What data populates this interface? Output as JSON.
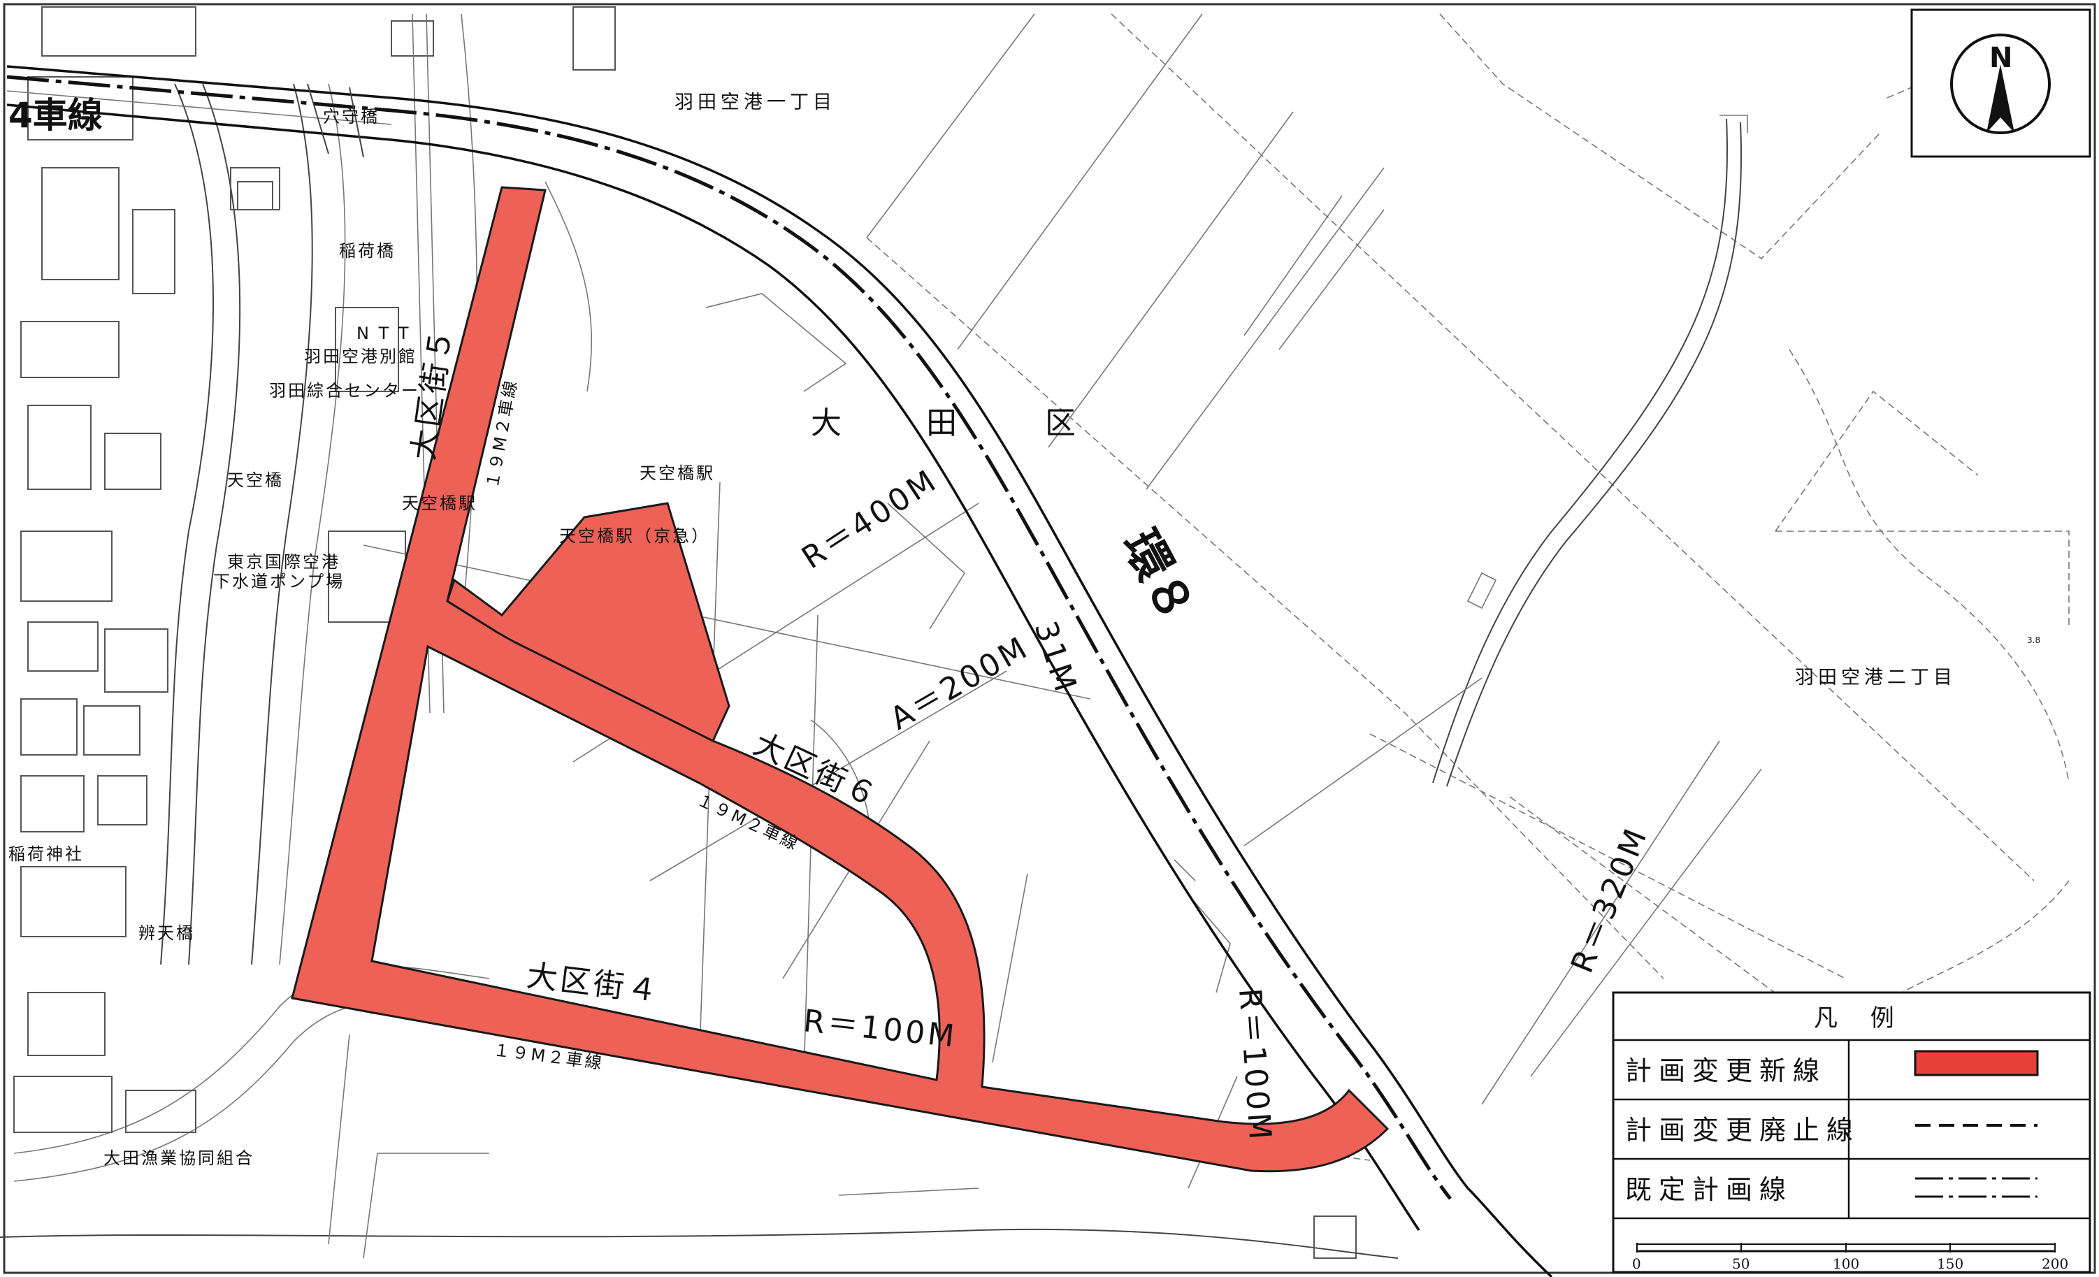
{
  "labels": {
    "district_area": "羽田空港一丁目",
    "district_area2": "羽田空港二丁目",
    "ward": [
      "大",
      "田",
      "区"
    ],
    "lanes4": "4車線",
    "bridge_anamori": "穴守橋",
    "bridge_inari": "稲荷橋",
    "ntt_line1": "N T T",
    "ntt_line2": "羽田空港別館",
    "haneda_center": "羽田綜合センター",
    "road5": "大区街５",
    "road5_width": "１９M２車線",
    "bridge_tenku": "天空橋",
    "station1": "天空橋駅",
    "station2": "天空橋駅",
    "station_keikyu": "天空橋駅（京急）",
    "pump_line1": "東京国際空港",
    "pump_line2": "下水道ポンプ場",
    "shrine": "稲荷神社",
    "bridge_benten": "辨天橋",
    "fishery": "大田漁業協同組合",
    "road6": "大区街６",
    "road6_width": "１９M２車線",
    "road4": "大区街４",
    "road4_width": "１９M２車線",
    "kan8": "環８",
    "kan8_width": "31M",
    "r400": "R＝400M",
    "a200": "A＝200M",
    "r100a": "R＝100M",
    "r100b": "R＝100M",
    "r320": "R＝320M",
    "tiny_code": "3.8",
    "north": "N"
  },
  "legend": {
    "title": "凡 例",
    "rows": [
      {
        "label": "計画変更新線",
        "style": "red-fill"
      },
      {
        "label": "計画変更廃止線",
        "style": "dashed"
      },
      {
        "label": "既定計画線",
        "style": "dash-dot-double"
      }
    ]
  },
  "scale": {
    "ticks": [
      "0",
      "50",
      "100",
      "150",
      "200"
    ]
  },
  "colors": {
    "plan_new_fill": "#ee6157",
    "plan_new_stroke": "#1a1a1a",
    "legend_red": "#e8413a",
    "line": "#111111"
  }
}
